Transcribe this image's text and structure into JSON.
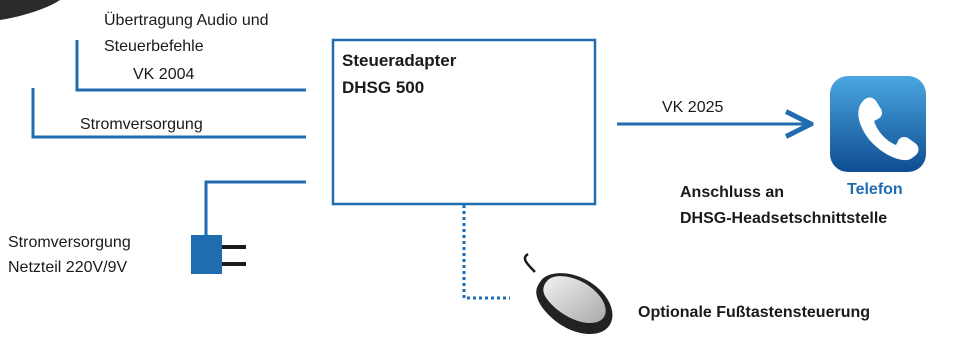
{
  "labels": {
    "audio_line1": "Übertragung Audio und",
    "audio_line2": "Steuerbefehle",
    "audio_cable": "VK 2004",
    "power_main": "Stromversorgung",
    "adapter_line1": "Steueradapter",
    "adapter_line2": "DHSG 500",
    "phone_cable": "VK 2025",
    "connection_line1": "Anschluss an",
    "phone_label": "Telefon",
    "connection_line2": "DHSG-Headsetschnittstelle",
    "psu_line1": "Stromversorgung",
    "psu_line2": "Netzteil 220V/9V",
    "foot_control": "Optionale Fußtastensteuerung"
  },
  "colors": {
    "line_blue": "#1f6db0",
    "phone_gradient_top": "#3d9ad8",
    "phone_gradient_bottom": "#0f4f95",
    "box_stroke": "#1f6db0",
    "text": "#1a1a1a"
  },
  "icons": {
    "phone": "telephone-handset-icon",
    "foot_switch": "foot-switch-icon",
    "power_supply": "power-plug-icon"
  }
}
